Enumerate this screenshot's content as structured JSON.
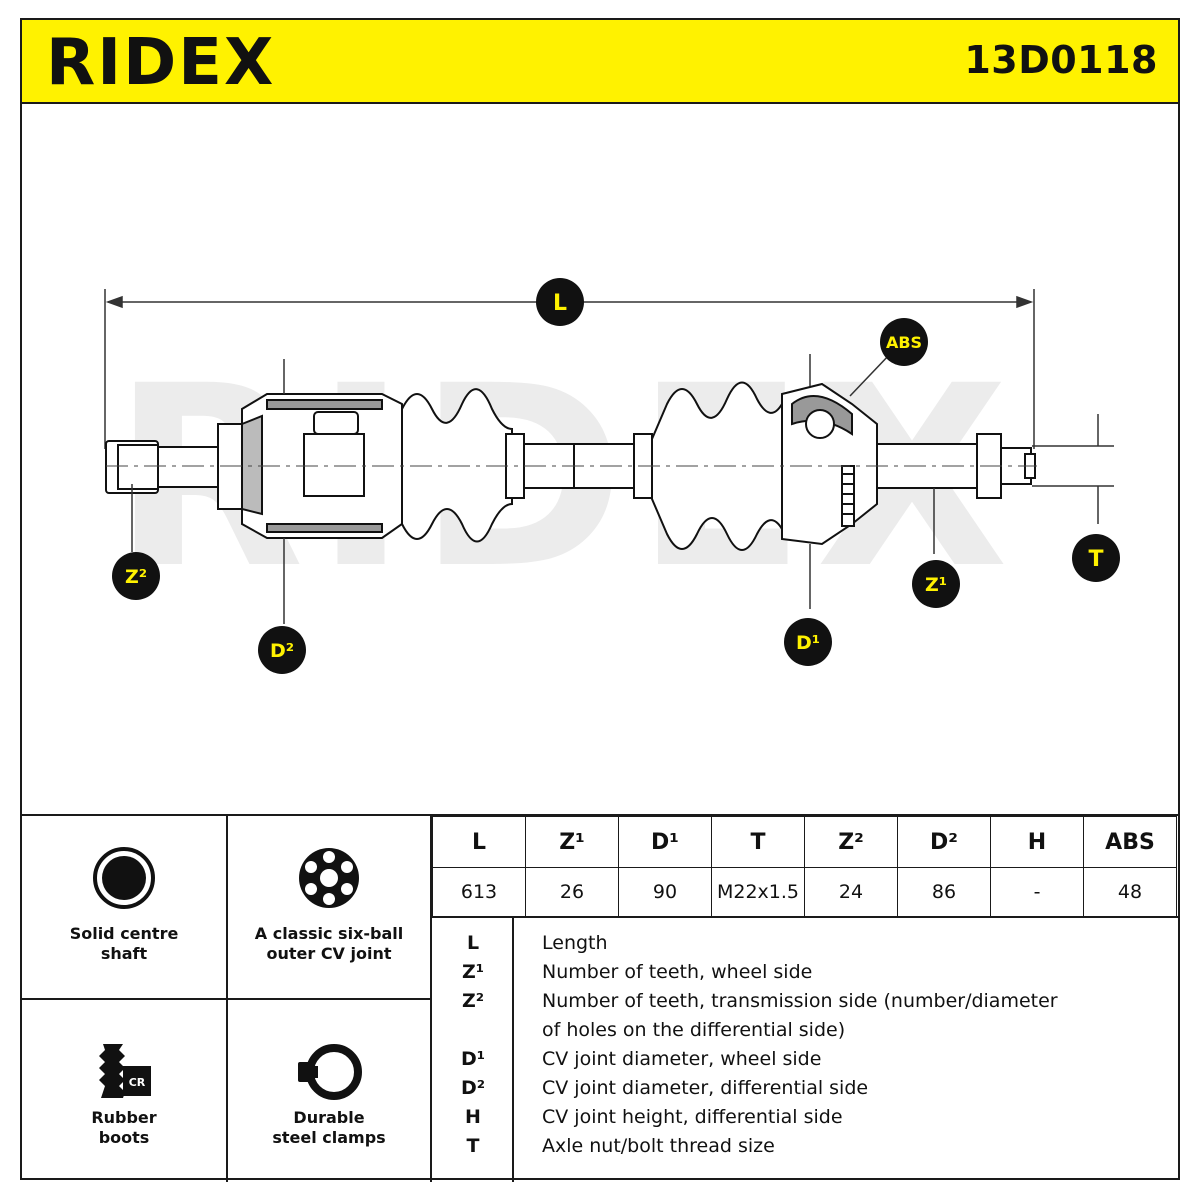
{
  "brand": "RIDEX",
  "part_number": "13D0118",
  "watermark": "RIDEX",
  "callouts": {
    "L": "L",
    "ABS": "ABS",
    "Z2": "Z²",
    "D2": "D²",
    "D1": "D¹",
    "Z1": "Z¹",
    "T": "T"
  },
  "features": [
    {
      "icon": "solid-shaft-icon",
      "line1": "Solid centre",
      "line2": "shaft"
    },
    {
      "icon": "six-ball-joint-icon",
      "line1": "A classic six-ball",
      "line2": "outer CV joint"
    },
    {
      "icon": "rubber-boot-cr-icon",
      "line1": "Rubber",
      "line2": "boots",
      "badge": "CR"
    },
    {
      "icon": "steel-clamp-icon",
      "line1": "Durable",
      "line2": "steel clamps"
    }
  ],
  "dimensions": {
    "headers": [
      "L",
      "Z¹",
      "D¹",
      "T",
      "Z²",
      "D²",
      "H",
      "ABS"
    ],
    "values": [
      "613",
      "26",
      "90",
      "M22x1.5",
      "24",
      "86",
      "-",
      "48"
    ]
  },
  "legend": [
    {
      "key": "L",
      "text": "Length"
    },
    {
      "key": "Z¹",
      "text": "Number of teeth, wheel side"
    },
    {
      "key": "Z²",
      "text": "Number of teeth, transmission side (number/diameter"
    },
    {
      "key": "",
      "text": "of holes on the differential side)"
    },
    {
      "key": "D¹",
      "text": "CV joint diameter, wheel side"
    },
    {
      "key": "D²",
      "text": "CV joint diameter, differential side"
    },
    {
      "key": "H",
      "text": "CV joint height, differential side"
    },
    {
      "key": "T",
      "text": "Axle nut/bolt thread size"
    }
  ],
  "colors": {
    "header_yellow": "#fff200",
    "callout_fill": "#111111",
    "callout_text": "#fff200",
    "watermark": "#e8e8e8"
  }
}
